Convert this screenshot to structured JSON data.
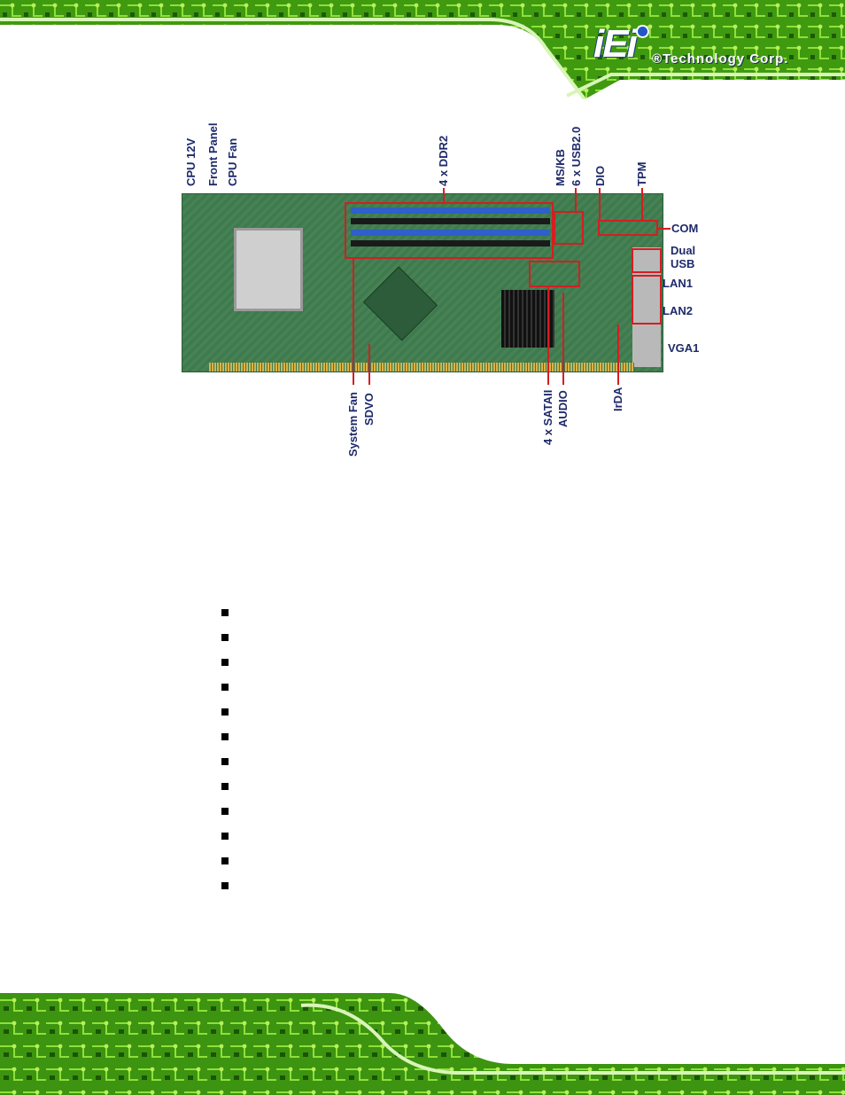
{
  "header": {
    "logo_mark": "iEi",
    "logo_text": "®Technology Corp."
  },
  "colors": {
    "pcb_green": "#3d7a4c",
    "banner_green": "#5ec21a",
    "callout_red": "#d41e22",
    "label_navy": "#1e2a6a",
    "dimm_blue": "#2f5fc8"
  },
  "figure": {
    "top_labels": [
      "CPU 12V",
      "Front Panel",
      "CPU Fan",
      "4 x DDR2",
      "MS/KB",
      "6 x USB2.0",
      "DIO",
      "TPM"
    ],
    "right_labels": [
      "COM",
      "Dual USB",
      "LAN1",
      "LAN2",
      "VGA1"
    ],
    "bottom_labels": [
      "System Fan",
      "SDVO",
      "4 x SATAII",
      "AUDIO",
      "IrDA"
    ]
  },
  "bullet_count": 12,
  "bullets": [
    "",
    "",
    "",
    "",
    "",
    "",
    "",
    "",
    "",
    "",
    "",
    ""
  ]
}
